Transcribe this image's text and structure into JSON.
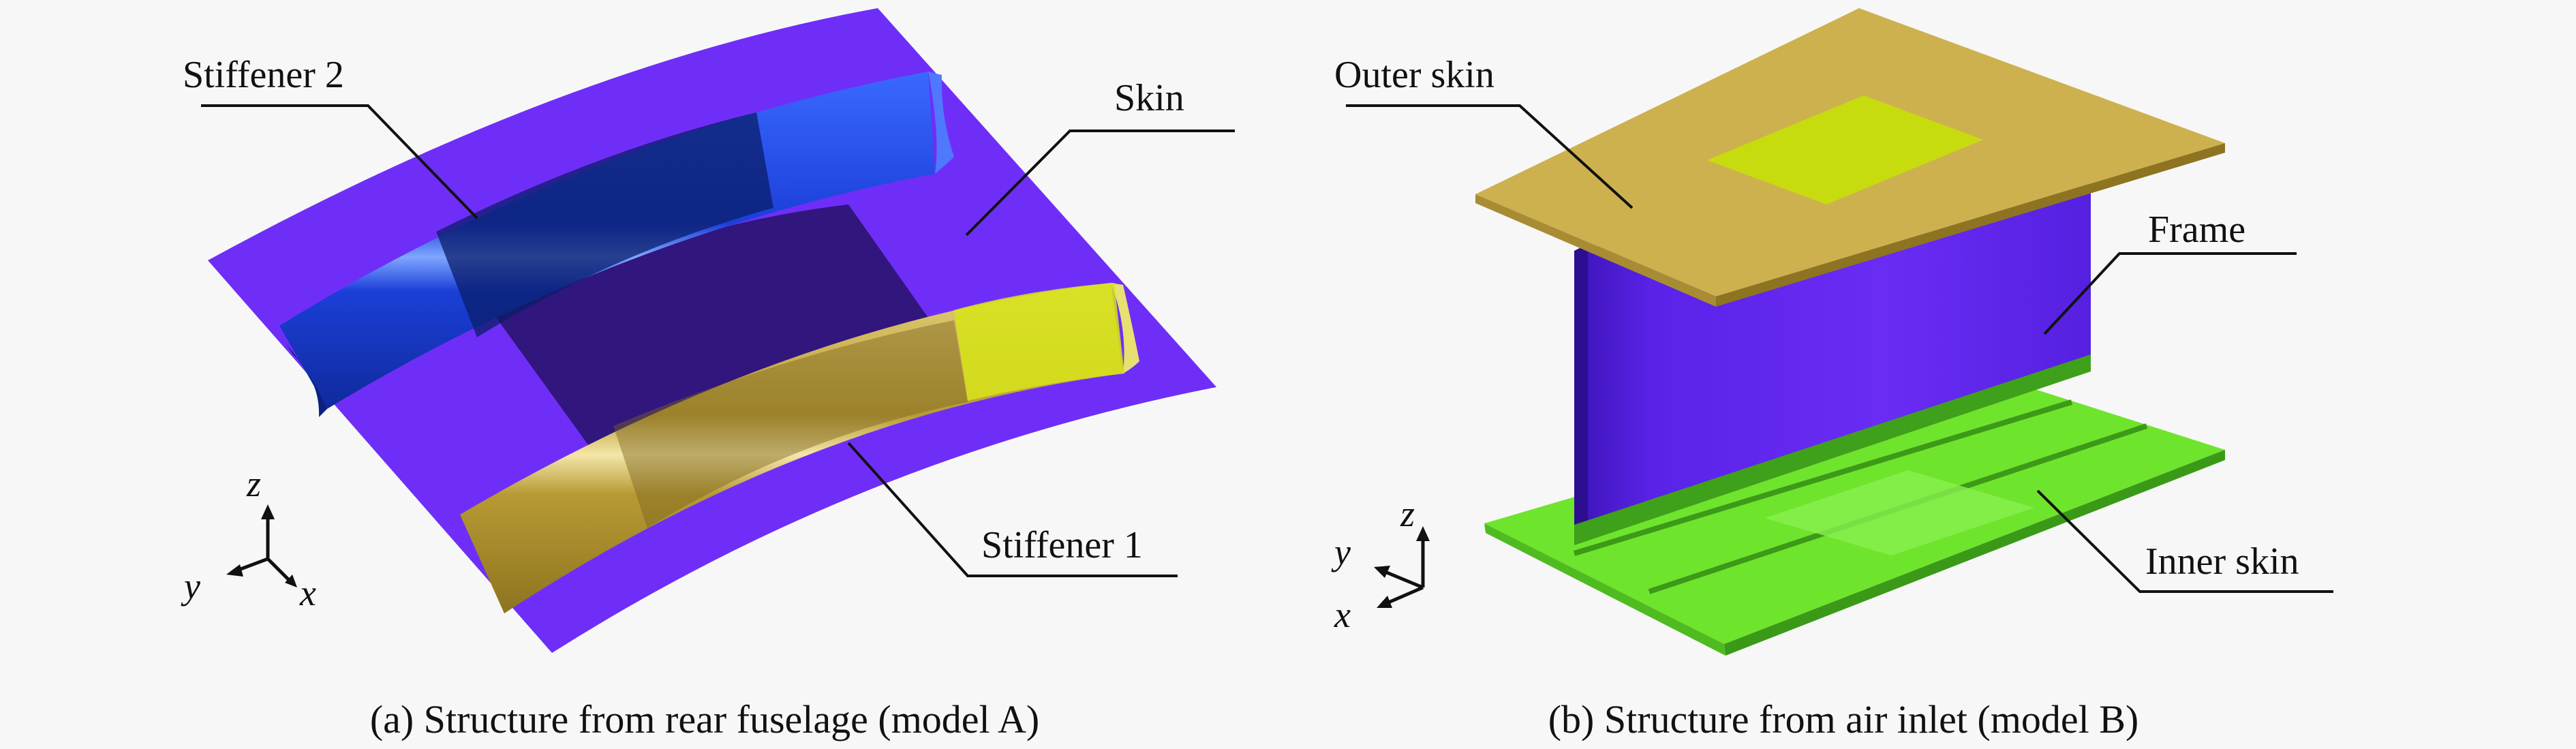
{
  "figure_a": {
    "labels": {
      "stiffener2": "Stiffener 2",
      "skin": "Skin",
      "stiffener1": "Stiffener 1"
    },
    "axes": {
      "z": "z",
      "y": "y",
      "x": "x"
    },
    "caption": "(a) Structure from rear fuselage (model A)"
  },
  "figure_b": {
    "labels": {
      "outer_skin": "Outer skin",
      "frame": "Frame",
      "inner_skin": "Inner skin"
    },
    "axes": {
      "z": "z",
      "y": "y",
      "x": "x"
    },
    "caption": "(b) Structure from air inlet (model B)"
  },
  "colors": {
    "skin_a": "#6f2ef7",
    "stiffener2": "#1f47f0",
    "stiffener1": "#c9ad3f",
    "outer_skin": "#cdb14f",
    "patch": "#c7dc0e",
    "frame": "#5a22e8",
    "inner_skin": "#6fe42d"
  }
}
